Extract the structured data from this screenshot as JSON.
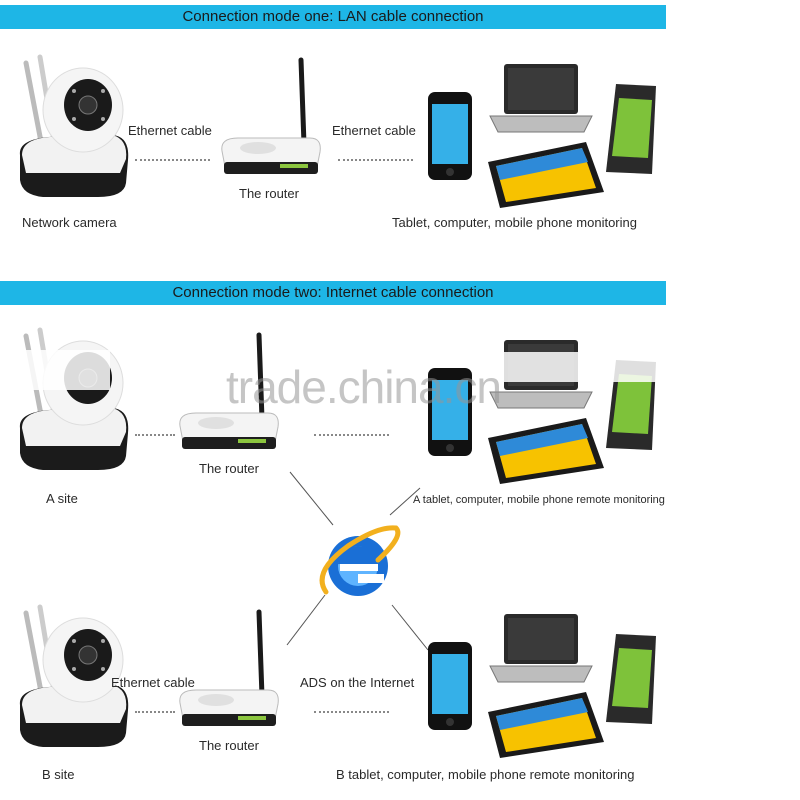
{
  "section1": {
    "title": "Connection mode one: LAN cable connection",
    "camera_label": "Network camera",
    "cable1_label": "Ethernet cable",
    "cable2_label": "Ethernet cable",
    "router_label": "The router",
    "devices_label": "Tablet, computer, mobile phone monitoring"
  },
  "section2": {
    "title": "Connection mode two: Internet cable connection",
    "a_router_label": "The router",
    "a_site_label": "A site",
    "a_devices_label": "A tablet, computer, mobile phone remote monitoring",
    "b_cable_label": "Ethernet cable",
    "b_adsl_label": "ADS on the Internet",
    "b_router_label": "The router",
    "b_site_label": "B site",
    "b_devices_label": "B tablet, computer, mobile phone remote monitoring"
  },
  "watermark": "trade.china.cn",
  "colors": {
    "banner": "#1eb6e6",
    "ie_blue": "#1a6fd6",
    "ie_ring": "#f2b01e"
  }
}
